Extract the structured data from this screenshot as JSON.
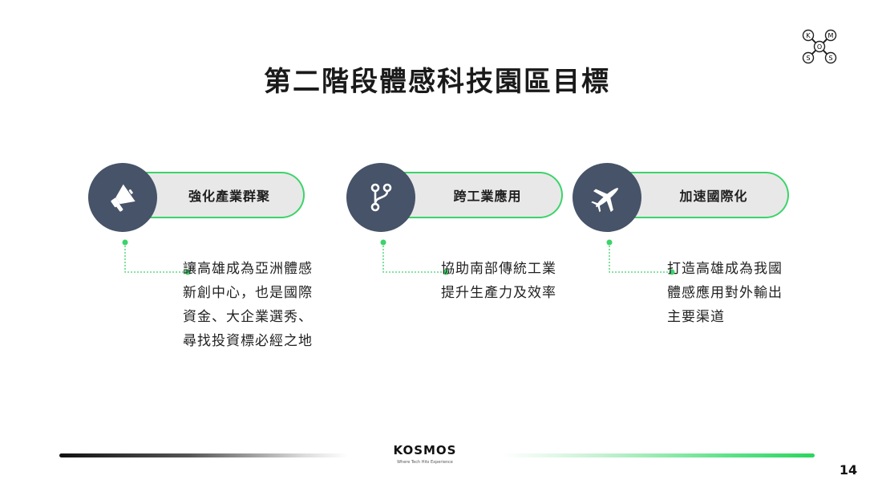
{
  "title": "第二階段體感科技園區目標",
  "logo": {
    "letters": [
      "K",
      "M",
      "O",
      "S",
      "S"
    ]
  },
  "cards": [
    {
      "label": "強化產業群聚",
      "icon": "megaphone-icon",
      "lines": [
        "讓高雄成為亞洲體感",
        "新創中心，也是國際",
        "資金、大企業選秀、",
        "尋找投資標必經之地"
      ]
    },
    {
      "label": "跨工業應用",
      "icon": "git-branch-icon",
      "lines": [
        "協助南部傳統工業",
        "提升生產力及效率"
      ]
    },
    {
      "label": "加速國際化",
      "icon": "airplane-icon",
      "lines": [
        "打造高雄成為我國",
        "體感應用對外輸出",
        "主要渠道"
      ]
    }
  ],
  "footer": {
    "brand": "KOSMOS",
    "tagline": "Where Tech Hits Experience",
    "page_number": "14"
  },
  "colors": {
    "accent": "#3cd36a",
    "circle": "#465368",
    "pill": "#e8e8e8"
  }
}
